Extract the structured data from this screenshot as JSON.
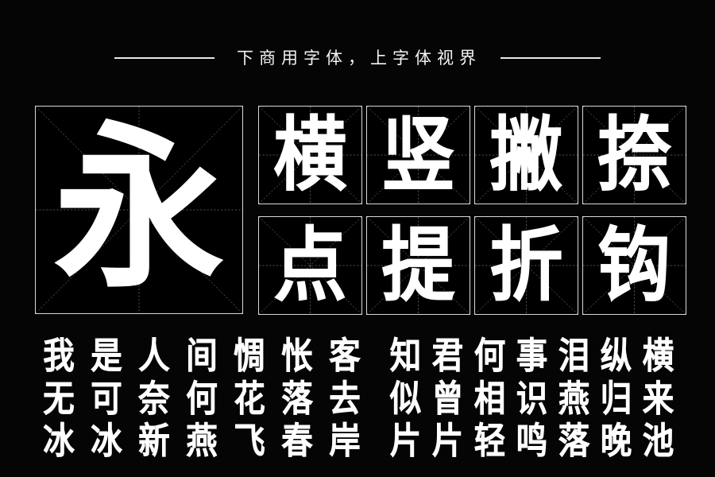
{
  "poster": {
    "background_color": "#000000",
    "foreground_color": "#ffffff",
    "rule_color": "#e8e8e8"
  },
  "header": {
    "title": "下商用字体，上字体视界",
    "left_rule": "—",
    "right_rule": "—"
  },
  "showcase": {
    "main_cell": {
      "character": "永",
      "grid_type": "米字格"
    },
    "stroke_cells": [
      {
        "character": "横"
      },
      {
        "character": "竖"
      },
      {
        "character": "撇"
      },
      {
        "character": "捺"
      },
      {
        "character": "点"
      },
      {
        "character": "提"
      },
      {
        "character": "折"
      },
      {
        "character": "钩"
      }
    ]
  },
  "specimen": {
    "rows": [
      {
        "left": [
          "我",
          "是",
          "人",
          "间",
          "惆",
          "怅",
          "客"
        ],
        "right": [
          "知",
          "君",
          "何",
          "事",
          "泪",
          "纵",
          "横"
        ]
      },
      {
        "left": [
          "无",
          "可",
          "奈",
          "何",
          "花",
          "落",
          "去"
        ],
        "right": [
          "似",
          "曾",
          "相",
          "识",
          "燕",
          "归",
          "来"
        ]
      },
      {
        "left": [
          "冰",
          "冰",
          "新",
          "燕",
          "飞",
          "春",
          "岸"
        ],
        "right": [
          "片",
          "片",
          "轻",
          "鸣",
          "落",
          "晚",
          "池"
        ]
      }
    ]
  }
}
